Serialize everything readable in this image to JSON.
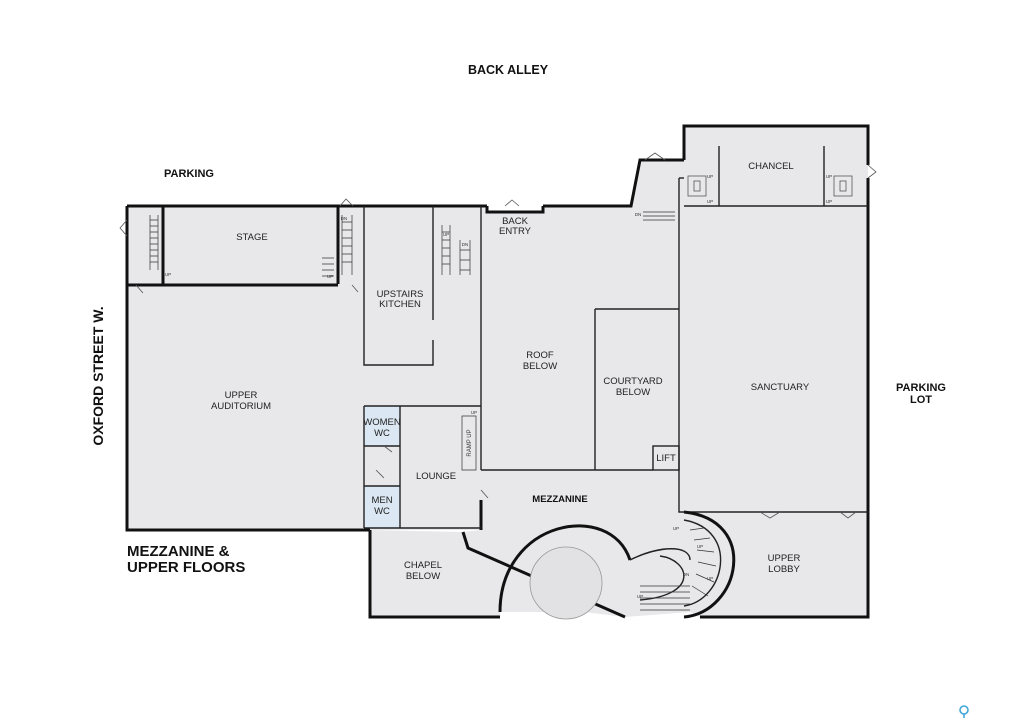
{
  "exterior": {
    "top": "BACK ALLEY",
    "parking_top": "PARKING",
    "left": "OXFORD STREET W.",
    "right_line1": "PARKING",
    "right_line2": "LOT"
  },
  "title": {
    "line1": "MEZZANINE &",
    "line2": "UPPER FLOORS"
  },
  "rooms": {
    "stage": "STAGE",
    "upstairs_kitchen": [
      "UPSTAIRS",
      "KITCHEN"
    ],
    "back_entry": [
      "BACK",
      "ENTRY"
    ],
    "chancel": "CHANCEL",
    "upper_auditorium": [
      "UPPER",
      "AUDITORIUM"
    ],
    "roof_below": [
      "ROOF",
      "BELOW"
    ],
    "courtyard_below": [
      "COURTYARD",
      "BELOW"
    ],
    "sanctuary": "SANCTUARY",
    "women_wc": [
      "WOMEN",
      "WC"
    ],
    "men_wc": [
      "MEN",
      "WC"
    ],
    "ramp_up": "RAMP UP",
    "lounge": "LOUNGE",
    "lift": "LIFT",
    "mezzanine": "MEZZANINE",
    "chapel_below": [
      "CHAPEL",
      "BELOW"
    ],
    "upper_lobby": [
      "UPPER",
      "LOBBY"
    ]
  },
  "stair_marks": {
    "up": "UP",
    "dn": "DN"
  },
  "colors": {
    "room_fill": "#e8e8ea",
    "wc_fill": "#dbe7f2",
    "wall": "#111111",
    "logo": "#3fa6d8"
  },
  "icons": {
    "logo": "map-pin-icon"
  }
}
